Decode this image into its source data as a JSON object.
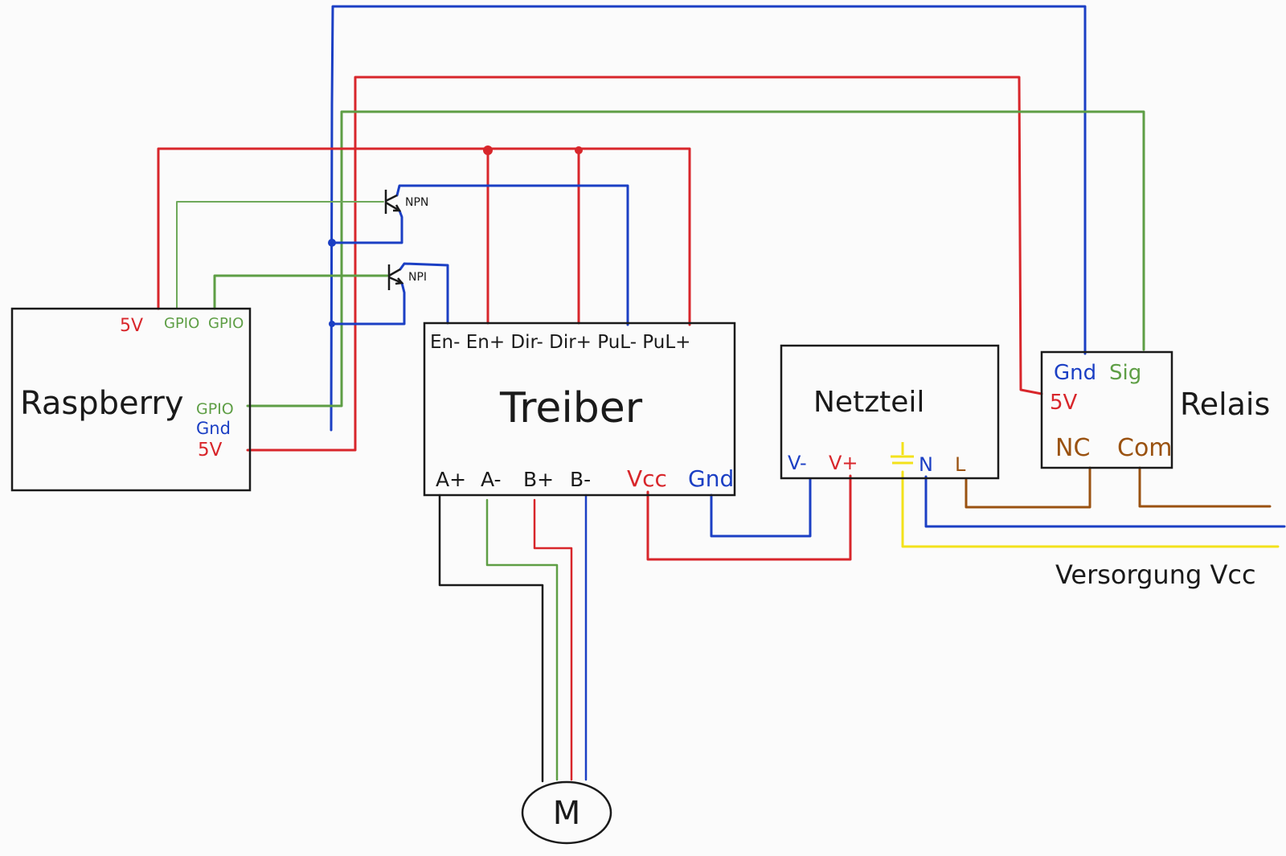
{
  "colors": {
    "red": "#d8262b",
    "blue": "#1b3fc4",
    "green": "#5e9e45",
    "black": "#1a1a1a",
    "yellow": "#f3e21b",
    "brown": "#9a5211"
  },
  "raspberry": {
    "title": "Raspberry",
    "top_pins": [
      "5V",
      "GPIO",
      "GPIO"
    ],
    "side_pins": [
      "GPIO",
      "Gnd",
      "5V"
    ]
  },
  "transistors": {
    "upper_label": "NPN",
    "lower_label": "NPI"
  },
  "treiber": {
    "title": "Treiber",
    "top_pins": "En- En+ Dir- Dir+ PuL- PuL+",
    "bottom_pins": [
      "A+",
      "A-",
      "B+",
      "B-",
      "Vcc",
      "Gnd"
    ]
  },
  "netzteil": {
    "title": "Netzteil",
    "pins": [
      "V-",
      "V+",
      "N",
      "L"
    ],
    "ground_icon": "earth-ground-icon"
  },
  "relais": {
    "title": "Relais",
    "pins": [
      "Gnd",
      "Sig",
      "5V",
      "NC",
      "Com"
    ]
  },
  "supply": {
    "label": "Versorgung Vcc"
  },
  "motor": {
    "label": "M"
  }
}
